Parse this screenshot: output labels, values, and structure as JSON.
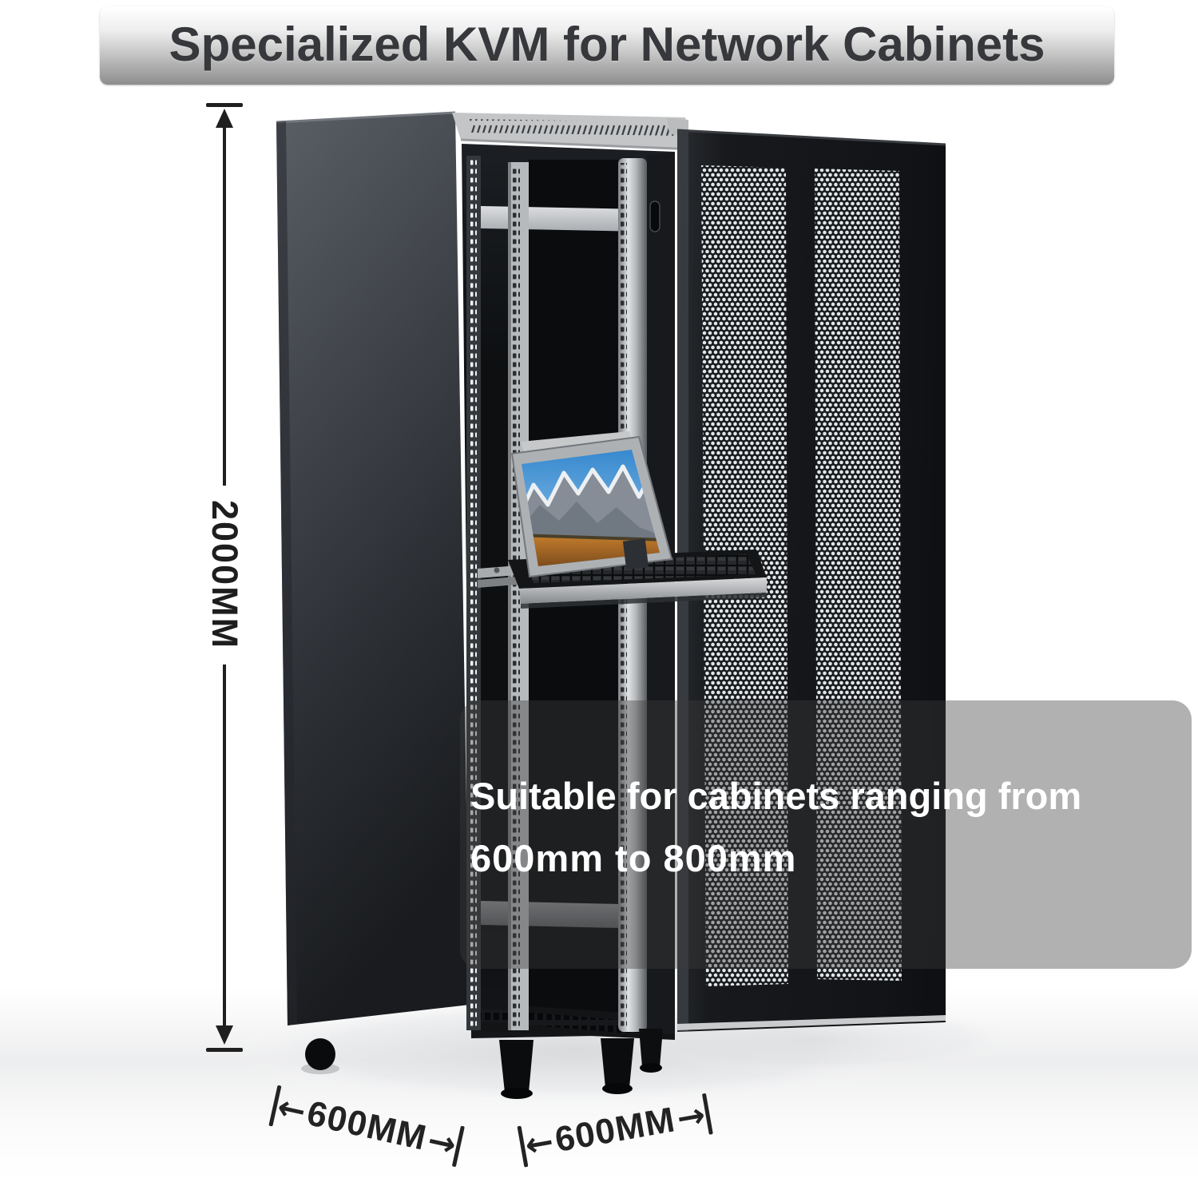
{
  "banner": {
    "title": "Specialized KVM for Network Cabinets"
  },
  "annotations": {
    "height": {
      "label": "2000MM"
    },
    "depth": {
      "label": "600MM",
      "arrow_left": "←",
      "arrow_right": "→"
    },
    "width": {
      "label": "600MM",
      "arrow_left": "←",
      "arrow_right": "→"
    },
    "callout": {
      "line1": "Suitable for cabinets ranging from",
      "line2": "600mm to 800mm"
    }
  },
  "icons": {
    "up_arrowhead": "triangle-up",
    "down_arrowhead": "triangle-down",
    "left_arrow": "arrow-left",
    "right_arrow": "arrow-right",
    "dimension_tick": "vertical-bar"
  },
  "colors": {
    "banner_text": "#36383b",
    "banner_gradient_top": "#ffffff",
    "banner_gradient_bottom": "#8d8d8d",
    "dimension_ink": "#232323",
    "callout_text": "#ffffff",
    "callout_overlay": "rgba(60,60,60,0.40)",
    "cabinet_body": "#17191c",
    "cabinet_side_top": "#5a5e65",
    "rail_silver": "#b7babd",
    "door_mesh_dot": "#e3e5e7",
    "screen_sky": "#2d83cd",
    "screen_field": "#c07a2c"
  }
}
